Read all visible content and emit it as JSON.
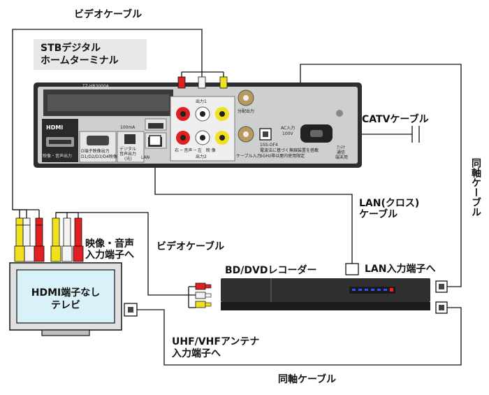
{
  "labels": {
    "video_cable_top": "ビデオケーブル",
    "stb_title_line1": "STBデジタル",
    "stb_title_line2": "ホームターミナル",
    "catv_cable": "CATVケーブル",
    "coax_cable_right": "同軸ケーブル",
    "lan_cross_line1": "LAN(クロス)",
    "lan_cross_line2": "ケーブル",
    "lan_input": "LAN入力端子へ",
    "bd_recorder": "BD/DVDレコーダー",
    "video_audio_input_line1": "映像・音声",
    "video_audio_input_line2": "入力端子へ",
    "video_cable_mid": "ビデオケーブル",
    "tv_line1": "HDMI端子なし",
    "tv_line2": "テレビ",
    "antenna_input_line1": "UHF/VHFアンテナ",
    "antenna_input_line2": "入力端子へ",
    "coax_cable_bottom": "同軸ケーブル"
  },
  "stb_panel": {
    "model": "TZ-HR3000A",
    "hdmi": "HDMI",
    "hdmi_sub": "映像・音声出力",
    "d_terminal_line1": "D端子映像出力",
    "d_terminal_line2": "D1/D2/D3/D4映像",
    "optical_line1": "デジタル",
    "optical_line2": "音声出力",
    "optical_line3": "(光)",
    "usb": "100mA",
    "lan": "LAN",
    "out1": "出力1",
    "out2": "出力2",
    "audio_row": "右 ─ 音声 ─ 左　映 像",
    "split_out": "分配出力",
    "cable_in": "ケーブル入力",
    "ac_in_line1": "AC入力",
    "ac_in_line2": "100V",
    "tag": "1SS-OF4",
    "notice_line1": "電波法に基づく無線装置を搭載",
    "notice_line2": "5GHz帯は屋内使用限定",
    "side_line1": "ｱﾝﾃﾅ",
    "side_line2": "通信",
    "side_line3": "端末用"
  },
  "colors": {
    "background": "#ffffff",
    "stb_body": "#cfcfcf",
    "stb_dark": "#2a2a2a",
    "plug_yellow": "#f0e020",
    "plug_white": "#f4f4f4",
    "plug_red": "#e02020",
    "tv_screen": "#d9f1f8",
    "recorder_body": "#303030",
    "recorder_display": "#3050ff",
    "recorder_indicator": "#ff2020",
    "label_bg": "#e8e8e8"
  }
}
